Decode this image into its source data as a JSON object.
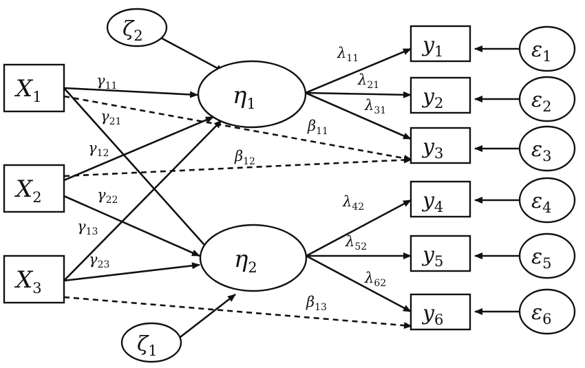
{
  "diagram": {
    "nodes": {
      "x1": {
        "symbol": "X",
        "subscript": "1"
      },
      "x2": {
        "symbol": "X",
        "subscript": "2"
      },
      "x3": {
        "symbol": "X",
        "subscript": "3"
      },
      "eta1": {
        "symbol": "η",
        "subscript": "1"
      },
      "eta2": {
        "symbol": "η",
        "subscript": "2"
      },
      "zeta2": {
        "symbol": "ζ",
        "subscript": "2"
      },
      "zeta1": {
        "symbol": "ζ",
        "subscript": "1"
      },
      "y1": {
        "symbol": "y",
        "subscript": "1"
      },
      "y2": {
        "symbol": "y",
        "subscript": "2"
      },
      "y3": {
        "symbol": "y",
        "subscript": "3"
      },
      "y4": {
        "symbol": "y",
        "subscript": "4"
      },
      "y5": {
        "symbol": "y",
        "subscript": "5"
      },
      "y6": {
        "symbol": "y",
        "subscript": "6"
      },
      "e1": {
        "symbol": "ε",
        "subscript": "1"
      },
      "e2": {
        "symbol": "ε",
        "subscript": "2"
      },
      "e3": {
        "symbol": "ε",
        "subscript": "3"
      },
      "e4": {
        "symbol": "ε",
        "subscript": "4"
      },
      "e5": {
        "symbol": "ε",
        "subscript": "5"
      },
      "e6": {
        "symbol": "ε",
        "subscript": "6"
      }
    },
    "edges": {
      "g11": {
        "symbol": "γ",
        "subscript": "11",
        "from": "X1",
        "to": "η1",
        "style": "solid"
      },
      "g21": {
        "symbol": "γ",
        "subscript": "21",
        "from": "X1",
        "to": "η2",
        "style": "solid"
      },
      "g12": {
        "symbol": "γ",
        "subscript": "12",
        "from": "X2",
        "to": "η1",
        "style": "solid"
      },
      "g22": {
        "symbol": "γ",
        "subscript": "22",
        "from": "X2",
        "to": "η2",
        "style": "solid"
      },
      "g13": {
        "symbol": "γ",
        "subscript": "13",
        "from": "X3",
        "to": "η1",
        "style": "solid"
      },
      "g23": {
        "symbol": "γ",
        "subscript": "23",
        "from": "X3",
        "to": "η2",
        "style": "solid"
      },
      "b11": {
        "symbol": "β",
        "subscript": "11",
        "from": "X1",
        "to": "y3",
        "style": "dashed"
      },
      "b12": {
        "symbol": "β",
        "subscript": "12",
        "from": "X2",
        "to": "y3",
        "style": "dashed"
      },
      "b13": {
        "symbol": "β",
        "subscript": "13",
        "from": "X3",
        "to": "y6",
        "style": "dashed"
      },
      "l11": {
        "symbol": "λ",
        "subscript": "11",
        "from": "η1",
        "to": "y1",
        "style": "solid"
      },
      "l21": {
        "symbol": "λ",
        "subscript": "21",
        "from": "η1",
        "to": "y2",
        "style": "solid"
      },
      "l31": {
        "symbol": "λ",
        "subscript": "31",
        "from": "η1",
        "to": "y3",
        "style": "solid"
      },
      "l42": {
        "symbol": "λ",
        "subscript": "42",
        "from": "η2",
        "to": "y4",
        "style": "solid"
      },
      "l52": {
        "symbol": "λ",
        "subscript": "52",
        "from": "η2",
        "to": "y5",
        "style": "solid"
      },
      "l62": {
        "symbol": "λ",
        "subscript": "62",
        "from": "η2",
        "to": "y6",
        "style": "solid"
      }
    }
  }
}
